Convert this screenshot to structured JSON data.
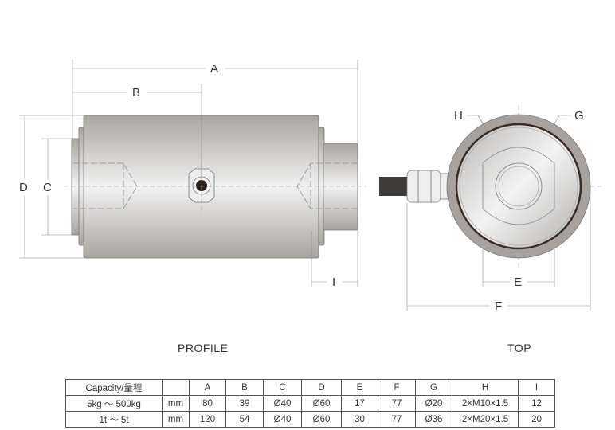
{
  "dimension_labels": {
    "A": "A",
    "B": "B",
    "C": "C",
    "D": "D",
    "E": "E",
    "F": "F",
    "G": "G",
    "H": "H",
    "I": "I"
  },
  "captions": {
    "profile": "PROFILE",
    "top": "TOP"
  },
  "table": {
    "headers": [
      "Capacity/量程",
      "",
      "A",
      "B",
      "C",
      "D",
      "E",
      "F",
      "G",
      "H",
      "I"
    ],
    "rows": [
      [
        "5kg ～ 500kg",
        "mm",
        "80",
        "39",
        "Ø40",
        "Ø60",
        "17",
        "77",
        "Ø20",
        "2×M10×1.5",
        "12"
      ],
      [
        "1t ～ 5t",
        "mm",
        "120",
        "54",
        "Ø40",
        "Ø60",
        "30",
        "77",
        "Ø36",
        "2×M20×1.5",
        "20"
      ]
    ]
  }
}
